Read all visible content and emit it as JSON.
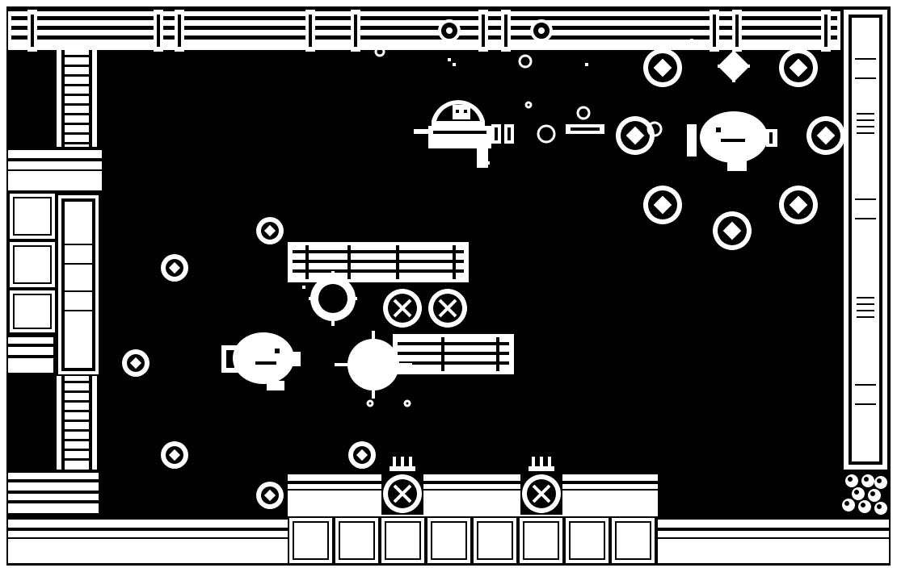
{
  "palette": {
    "background": "#000000",
    "foreground": "#ffffff"
  },
  "scene": {
    "setting": "space-station-corridor",
    "player": {
      "sprite": "cat-in-space-helmet-riding-jet-sled"
    },
    "enemies": [
      {
        "sprite": "pufferfish-enemy",
        "facing": "left"
      },
      {
        "sprite": "pufferfish-enemy",
        "facing": "right"
      }
    ],
    "hazards": [
      "spiky-mine",
      "spiky-mine"
    ],
    "pickup_icon": "ring-coin-icon",
    "vent_icon": "x-vent-icon",
    "turret_icon": "spiked-turret-icon"
  }
}
